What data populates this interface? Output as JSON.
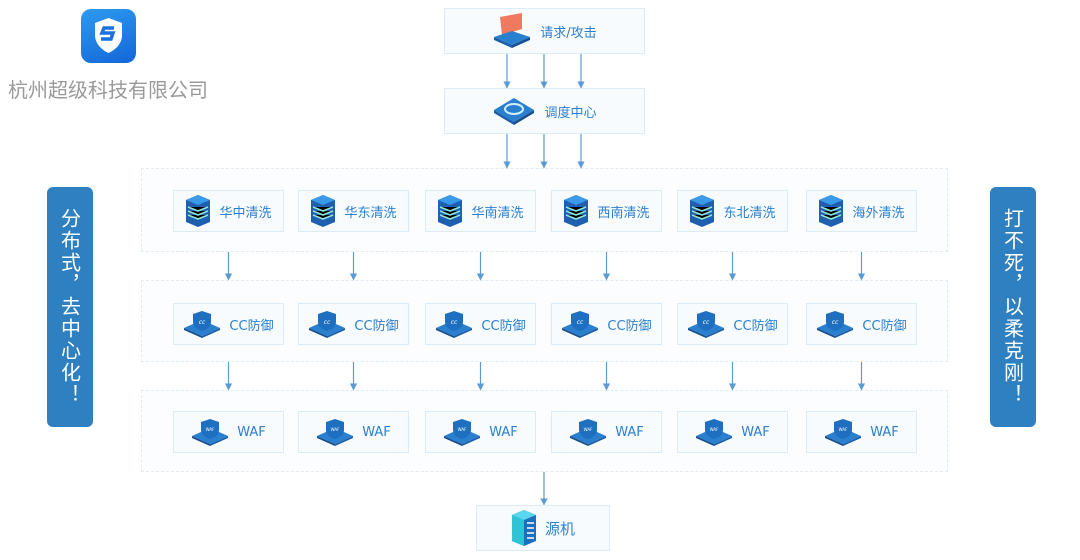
{
  "company": "杭州超级科技有限公司",
  "top": {
    "request": "请求/攻击",
    "dispatch": "调度中心"
  },
  "clean": [
    "华中清洗",
    "华东清洗",
    "华南清洗",
    "西南清洗",
    "东北清洗",
    "海外清洗"
  ],
  "cc": [
    "CC防御",
    "CC防御",
    "CC防御",
    "CC防御",
    "CC防御",
    "CC防御"
  ],
  "waf": [
    "WAF",
    "WAF",
    "WAF",
    "WAF",
    "WAF",
    "WAF"
  ],
  "origin": "源机",
  "banners": {
    "left": "分布式，去中心化！",
    "right": "打不死，以柔克刚！"
  },
  "colors": {
    "accent": "#2b7fd0",
    "banner": "#2f80c0",
    "arrow": "#5b9bd5"
  }
}
